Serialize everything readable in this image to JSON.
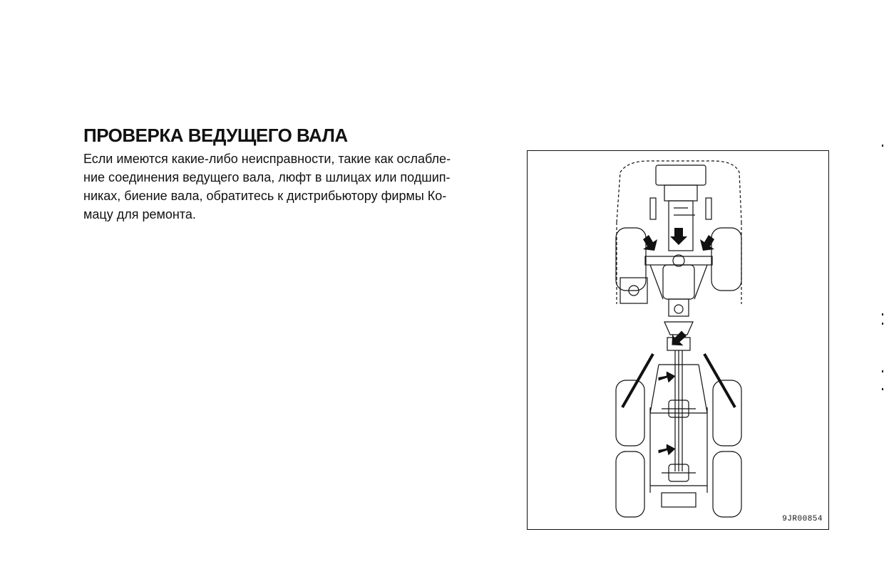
{
  "section": {
    "title": "ПРОВЕРКА ВЕДУЩЕГО ВАЛА",
    "paragraph_lines": [
      "Если имеются какие-либо неисправности, такие как ослабле-",
      "ние соединения ведущего вала, люфт в шлицах или подшип-",
      "никах, биение вала, обратитесь к дистрибьютору фирмы Ко-",
      "мацу для ремонта."
    ]
  },
  "figure": {
    "code": "9JR00854",
    "subject": "top-view-drive-shaft-diagram",
    "arrow_icon": "arrow-icon"
  }
}
